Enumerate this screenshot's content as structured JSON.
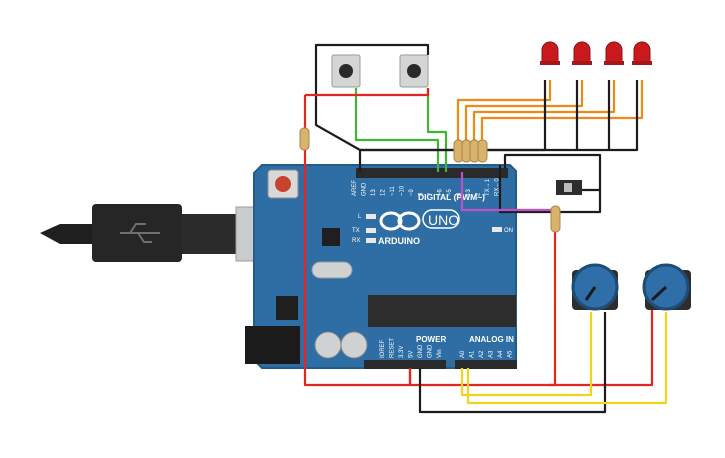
{
  "board": {
    "brand": "ARDUINO",
    "model": "UNO",
    "digital_label": "DIGITAL (PWM~)",
    "power_label": "POWER",
    "analog_label": "ANALOG IN",
    "on_label": "ON",
    "l_label": "L",
    "tx_label": "TX",
    "rx_label": "RX",
    "digital_pins": [
      "AREF",
      "GND",
      "13",
      "12",
      "~11",
      "~10",
      "~9",
      "8",
      "7",
      "~6",
      "~5",
      "4",
      "~3",
      "2",
      "TX→1",
      "RX←0"
    ],
    "power_pins": [
      "IOREF",
      "RESET",
      "3.3V",
      "5V",
      "GND",
      "GND",
      "Vin"
    ],
    "analog_pins": [
      "A0",
      "A1",
      "A2",
      "A3",
      "A4",
      "A5"
    ]
  },
  "components": {
    "leds": [
      {
        "color": "#c8191c"
      },
      {
        "color": "#c8191c"
      },
      {
        "color": "#c8191c"
      },
      {
        "color": "#c8191c"
      }
    ],
    "buttons": 2,
    "potentiometers": 2
  },
  "wire_colors": {
    "red": "#e3261f",
    "black": "#1c1c1c",
    "green": "#3fb531",
    "orange": "#f08a16",
    "yellow": "#f4d31d",
    "purple": "#c04fc8"
  },
  "colors": {
    "board": "#2e6ea4",
    "board_dark": "#235b89",
    "header": "#2a2a2a",
    "usb": "#c9cbcd"
  }
}
